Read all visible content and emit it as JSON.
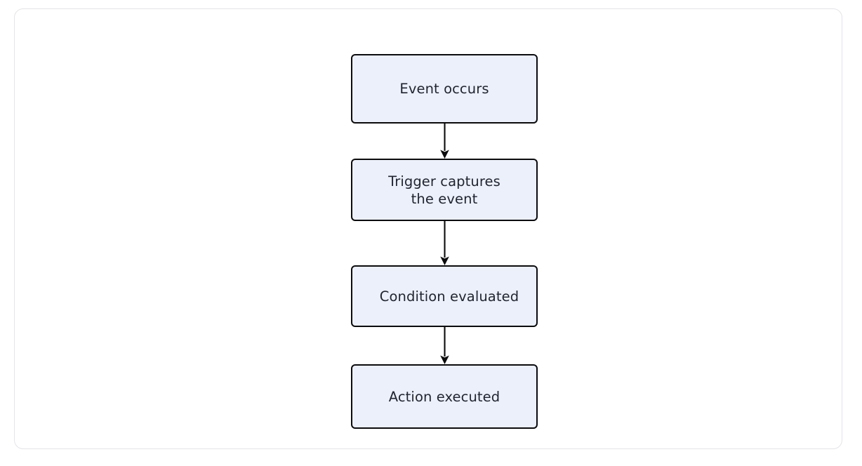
{
  "diagram": {
    "type": "flowchart",
    "direction": "top-to-bottom",
    "container": {
      "background_color": "#ffffff",
      "border_color": "#e4e4e9"
    },
    "node_style": {
      "fill_color": "#ecf0fa",
      "border_color": "#0b0b0d",
      "text_color": "#1f2430"
    },
    "nodes": [
      {
        "id": "n1",
        "label": "Event occurs"
      },
      {
        "id": "n2",
        "label": "Trigger captures\nthe event"
      },
      {
        "id": "n3",
        "label": "Condition evaluated"
      },
      {
        "id": "n4",
        "label": "Action executed"
      }
    ],
    "edges": [
      {
        "from": "n1",
        "to": "n2",
        "arrowhead": "arrow-down-icon",
        "label": ""
      },
      {
        "from": "n2",
        "to": "n3",
        "arrowhead": "arrow-down-icon",
        "label": ""
      },
      {
        "from": "n3",
        "to": "n4",
        "arrowhead": "arrow-down-icon",
        "label": ""
      }
    ]
  }
}
